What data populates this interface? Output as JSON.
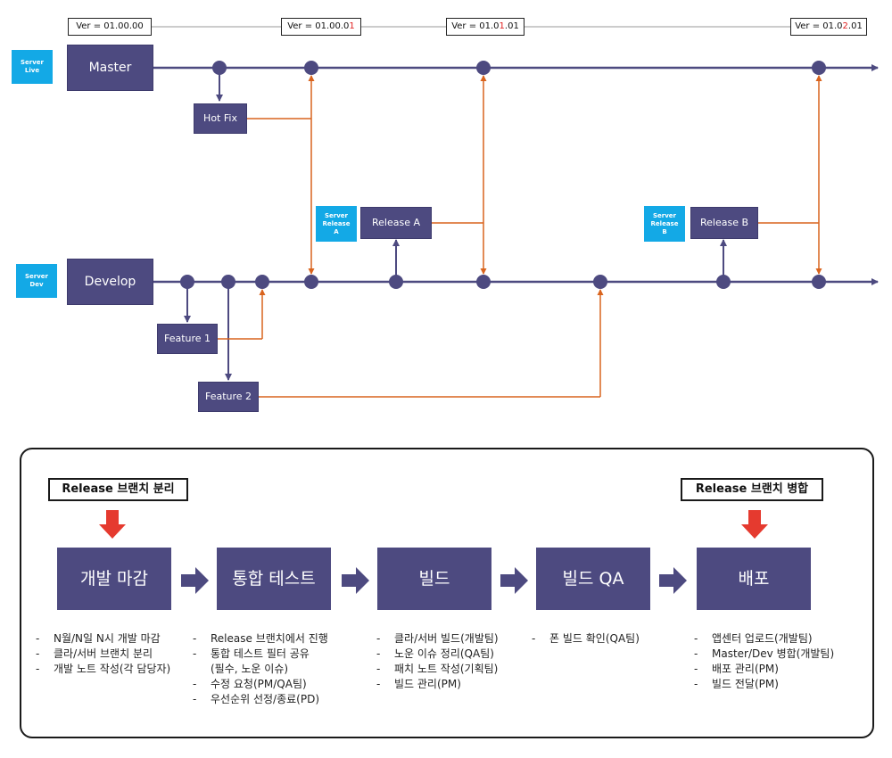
{
  "colors": {
    "branch": "#4d4a80",
    "server_tag": "#13a9e6",
    "merge_line": "#d9641e",
    "main_line": "#4d4a80",
    "arrow_red": "#e53a2f"
  },
  "versions": [
    {
      "prefix": "Ver = 01.00.0",
      "highlight": "",
      "suffix": "0"
    },
    {
      "prefix": "Ver = 01.00.0",
      "highlight": "1",
      "suffix": ""
    },
    {
      "prefix": "Ver = 01.0",
      "highlight": "1",
      "suffix": ".01"
    },
    {
      "prefix": "Ver = 01.0",
      "highlight": "2",
      "suffix": ".01"
    }
  ],
  "branches": {
    "master": "Master",
    "develop": "Develop",
    "hotfix": "Hot Fix",
    "release_a": "Release A",
    "release_b": "Release B",
    "feature1": "Feature 1",
    "feature2": "Feature 2"
  },
  "servers": {
    "live": "Server\nLive",
    "dev": "Server\nDev",
    "release_a": "Server\nRelease\nA",
    "release_b": "Server\nRelease\nB"
  },
  "process": {
    "label_split": "Release 브랜치 분리",
    "label_merge": "Release 브랜치 병합",
    "steps": [
      {
        "title": "개발 마감",
        "notes": [
          {
            "dash": "-",
            "text": "N월/N일 N시 개발 마감"
          },
          {
            "dash": "-",
            "text": "클라/서버 브랜치 분리"
          },
          {
            "dash": "-",
            "text": "개발 노트 작성(각 담당자)"
          }
        ]
      },
      {
        "title": "통합 테스트",
        "notes": [
          {
            "dash": "-",
            "text": "Release 브랜치에서 진행"
          },
          {
            "dash": "-",
            "text": "통합 테스트 필터 공유"
          },
          {
            "dash": "",
            "text": "(필수, 노운 이슈)"
          },
          {
            "dash": "-",
            "text": "수정 요청(PM/QA팀)"
          },
          {
            "dash": "-",
            "text": "우선순위 선정/종료(PD)"
          }
        ]
      },
      {
        "title": "빌드",
        "notes": [
          {
            "dash": "-",
            "text": "클라/서버 빌드(개발팀)"
          },
          {
            "dash": "-",
            "text": "노운 이슈 정리(QA팀)"
          },
          {
            "dash": "-",
            "text": "패치 노트 작성(기획팀)"
          },
          {
            "dash": "-",
            "text": "빌드 관리(PM)"
          }
        ]
      },
      {
        "title": "빌드 QA",
        "notes": [
          {
            "dash": "-",
            "text": "폰 빌드 확인(QA팀)"
          }
        ]
      },
      {
        "title": "배포",
        "notes": [
          {
            "dash": "-",
            "text": "앱센터 업로드(개발팀)"
          },
          {
            "dash": "-",
            "text": "Master/Dev 병합(개발팀)"
          },
          {
            "dash": "-",
            "text": "배포 관리(PM)"
          },
          {
            "dash": "-",
            "text": "빌드 전달(PM)"
          }
        ]
      }
    ]
  }
}
